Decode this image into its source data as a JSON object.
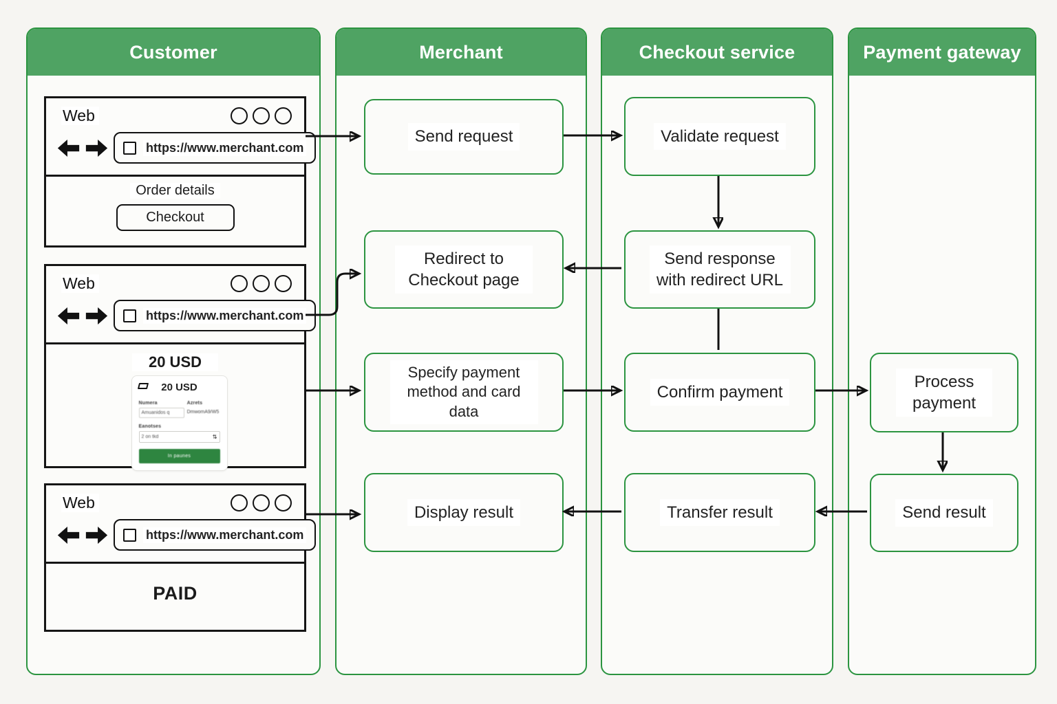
{
  "lanes": [
    {
      "title": "Customer"
    },
    {
      "title": "Merchant"
    },
    {
      "title": "Checkout service"
    },
    {
      "title": "Payment gateway"
    }
  ],
  "customer": {
    "browser1": {
      "app_label": "Web",
      "url": "https://www.merchant.com",
      "order_details_label": "Order details",
      "checkout_button": "Checkout"
    },
    "browser2": {
      "app_label": "Web",
      "url": "https://www.merchant.com",
      "amount_heading": "20 USD",
      "card": {
        "amount": "20 USD",
        "field1_label": "Numera",
        "field1_value": "Amuanidos q",
        "field2_label": "Azrets",
        "field2_value": "DmwomA9/W5",
        "field3_label": "Eanotses",
        "field3_value": "2 on tkd",
        "pay_button": "In paunes"
      }
    },
    "browser3": {
      "app_label": "Web",
      "url": "https://www.merchant.com",
      "status": "PAID"
    }
  },
  "merchant": {
    "steps": [
      "Send request",
      "Redirect to Checkout page",
      "Specify payment method and card data",
      "Display result"
    ]
  },
  "checkout_service": {
    "steps": [
      "Validate request",
      "Send response with redirect URL",
      "Confirm payment",
      "Transfer result"
    ]
  },
  "payment_gateway": {
    "steps": [
      "Process payment",
      "Send result"
    ]
  },
  "colors": {
    "header_green": "#4fa363",
    "border_green": "#2b9440",
    "pay_button_green": "#2e8540"
  },
  "icons": {
    "window_controls": "three-circles",
    "back": "solid-left-arrow",
    "forward": "solid-right-arrow",
    "page": "square-outline",
    "card": "card-outline",
    "updown": "up-down-arrows"
  }
}
